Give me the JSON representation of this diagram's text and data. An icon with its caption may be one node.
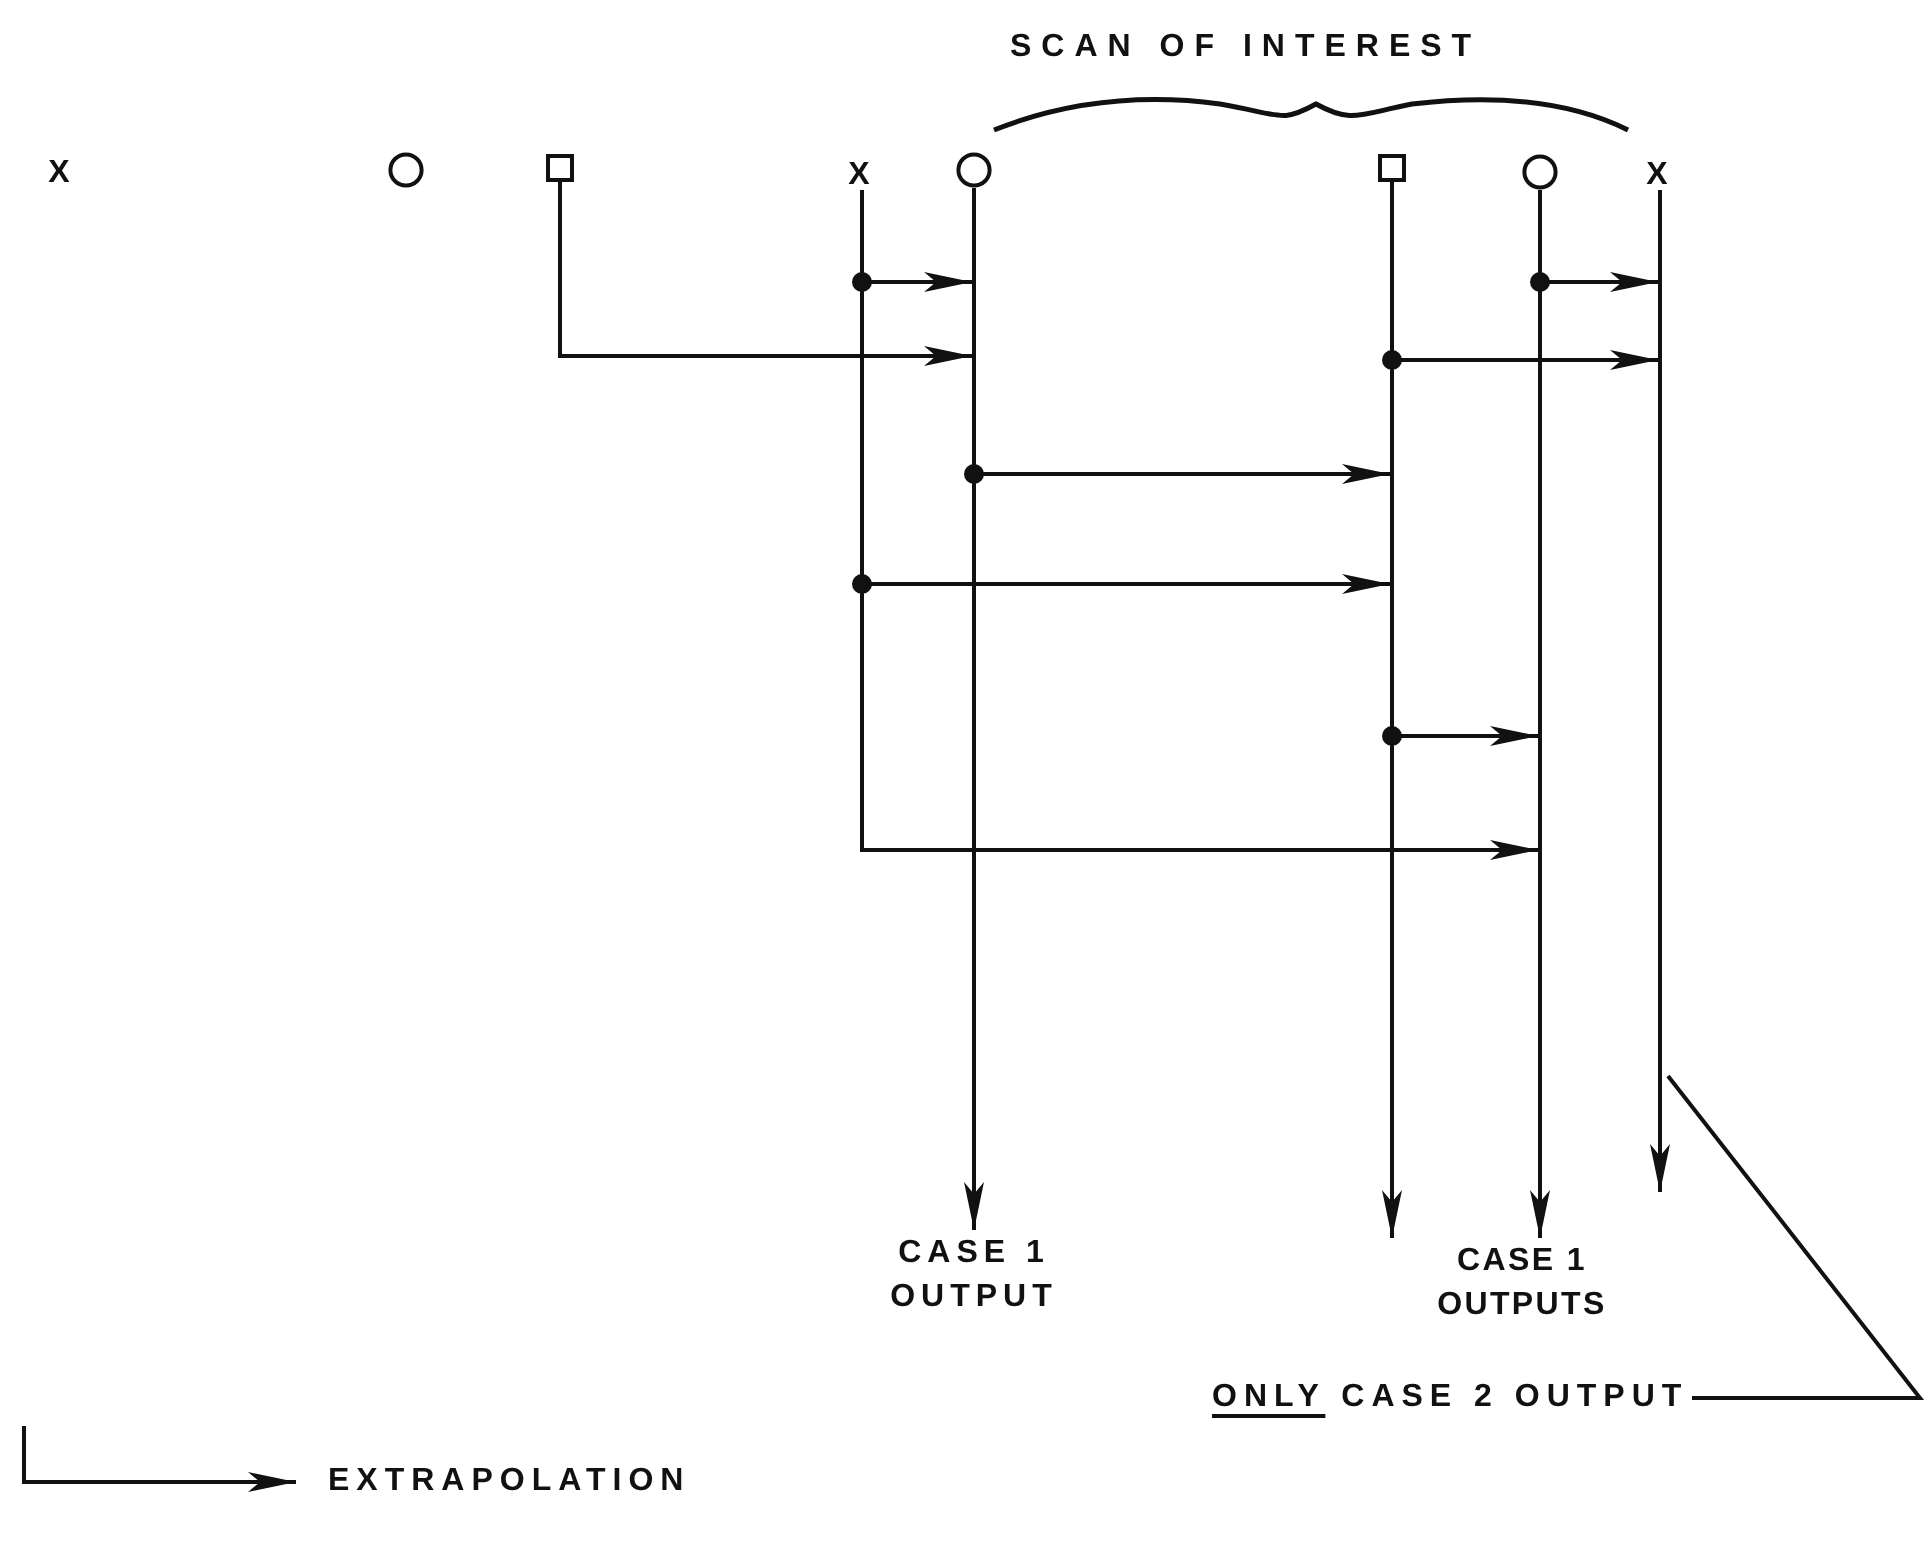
{
  "diagram": {
    "nodes": [
      {
        "text": [
          "X"
        ]
      },
      {
        "text": [],
        "shape": "circle"
      },
      {
        "text": [],
        "shape": "box"
      },
      {
        "text": [
          "X"
        ]
      },
      {
        "text": [],
        "shape": "circle"
      },
      {
        "text": [],
        "shape": "box"
      },
      {
        "text": [],
        "shape": "circle"
      },
      {
        "text": [
          "X"
        ]
      },
      {
        "text": [
          "CASE 1 OUTPUT"
        ]
      },
      {
        "text": [
          "CASE 1 OUTPUTS"
        ]
      },
      {
        "text": [
          "ONLY CASE 2 OUTPUT"
        ]
      }
    ],
    "edges": [
      {
        "from": 2,
        "to": 4,
        "arrow": "to"
      },
      {
        "from": 3,
        "to": 4,
        "arrow": "to"
      },
      {
        "from": 3,
        "to": null,
        "arrow": "to"
      },
      {
        "from": 3,
        "to": null,
        "arrow": "to"
      },
      {
        "from": 4,
        "to": null,
        "arrow": "to"
      },
      {
        "from": 5,
        "to": 7,
        "arrow": "to"
      },
      {
        "from": 5,
        "to": null,
        "arrow": "to"
      },
      {
        "from": 6,
        "to": 7,
        "arrow": "to"
      },
      {
        "from": 4,
        "to": 8,
        "arrow": "to"
      },
      {
        "from": 5,
        "to": 9,
        "arrow": "to"
      },
      {
        "from": 6,
        "to": 9,
        "arrow": "to"
      },
      {
        "from": 7,
        "to": null,
        "arrow": "to"
      },
      {
        "from": 10,
        "to": null,
        "arrow": "none"
      }
    ],
    "labels": [
      "SCAN OF INTEREST"
    ],
    "legend": [
      {
        "text": "EXTRAPOLATION"
      }
    ]
  }
}
